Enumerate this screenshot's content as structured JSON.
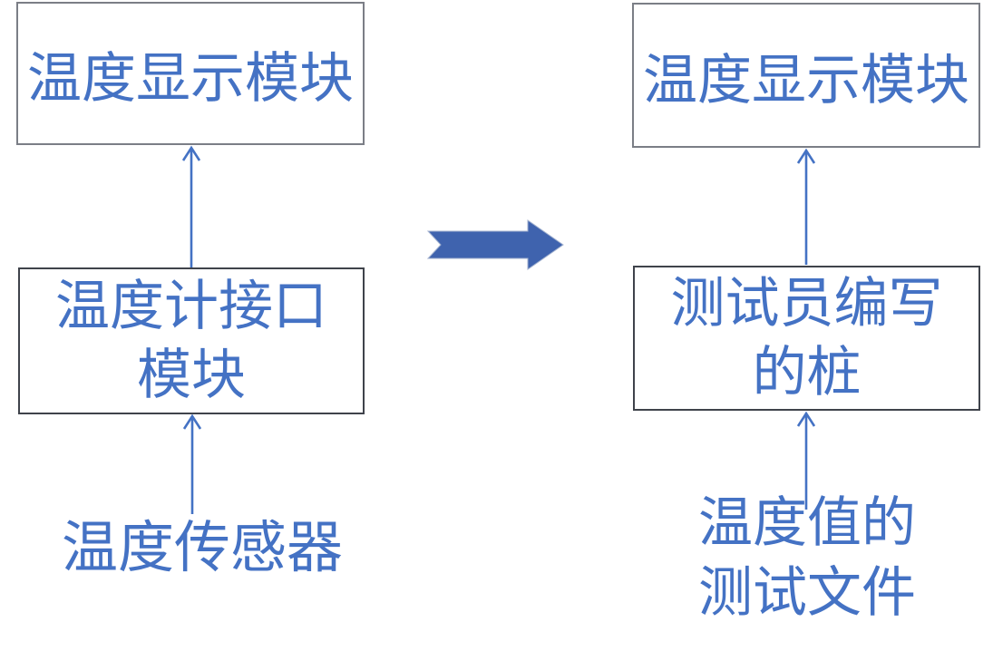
{
  "diagram": {
    "description": "Module test stub diagram: real temperature sensor stack transformed into tester-written stub stack",
    "colors": {
      "text_accent": "#4472C4",
      "arrow_line": "#4472C4",
      "transform_arrow_fill": "#3F63AE",
      "top_box_border": "#7b7e86",
      "mid_box_border": "#3f434b",
      "background": "#ffffff"
    },
    "before": {
      "top_box": "温度显示模块",
      "mid_box_line1": "温度计接口",
      "mid_box_line2": "模块",
      "input_label": "温度传感器"
    },
    "after": {
      "top_box": "温度显示模块",
      "mid_box_line1": "测试员编写",
      "mid_box_line2": "的桩",
      "input_line1": "温度值的",
      "input_line2": "测试文件"
    }
  }
}
